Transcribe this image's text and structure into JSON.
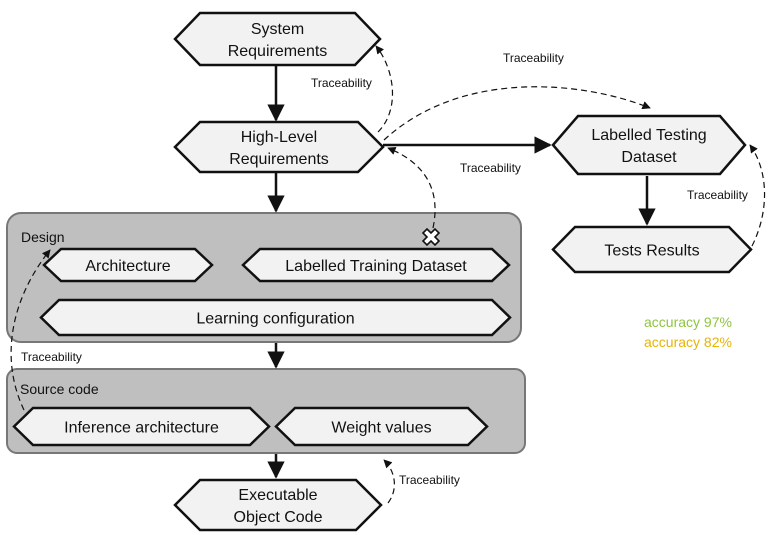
{
  "nodes": {
    "system_requirements": [
      "System",
      "Requirements"
    ],
    "high_level_requirements": [
      "High-Level",
      "Requirements"
    ],
    "labelled_testing_dataset": [
      "Labelled Testing",
      "Dataset"
    ],
    "tests_results": [
      "Tests Results"
    ],
    "architecture": [
      "Architecture"
    ],
    "labelled_training_dataset": [
      "Labelled Training Dataset"
    ],
    "learning_configuration": [
      "Learning configuration"
    ],
    "inference_architecture": [
      "Inference architecture"
    ],
    "weight_values": [
      "Weight values"
    ],
    "executable_object_code": [
      "Executable",
      "Object Code"
    ]
  },
  "groups": {
    "design": "Design",
    "source_code": "Source code"
  },
  "traceability_label": "Traceability",
  "accuracy": [
    {
      "text": "accuracy 97%",
      "color": "#8dc63f"
    },
    {
      "text": "accuracy 82%",
      "color": "#e8b400"
    }
  ],
  "colors": {
    "node_fill": "#f2f2f2",
    "group_fill": "#bfbfbf",
    "stroke": "#111111"
  }
}
